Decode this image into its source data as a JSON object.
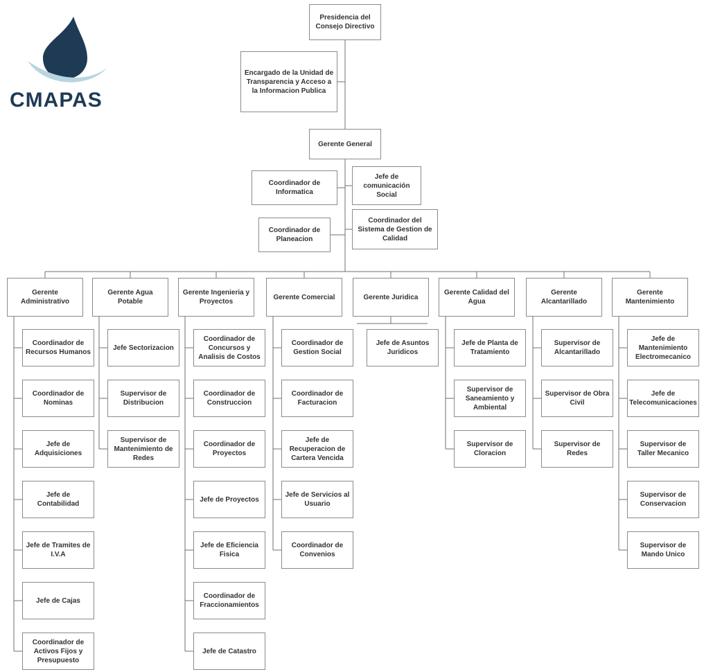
{
  "logo": {
    "text": "CMAPAS",
    "drop_color": "#1e3a55",
    "hand_color": "#b8d5e0"
  },
  "top": [
    "Presidencia del Consejo Directivo",
    "Encargado de la Unidad de Transparencia y Acceso a la Informacion Publica",
    "Gerente General"
  ],
  "staff": [
    "Coordinador de Informatica",
    "Jefe de comunicación Social",
    "Coordinador de Planeacion",
    "Coordinador del Sistema de Gestion de Calidad"
  ],
  "departments": [
    {
      "title": "Gerente Administrativo",
      "units": [
        "Coordinador de Recursos Humanos",
        "Coordinador de Nominas",
        "Jefe de Adquisiciones",
        "Jefe de Contabilidad",
        "Jefe de Tramites de I.V.A",
        "Jefe de Cajas",
        "Coordinador de Activos Fijos y Presupuesto"
      ]
    },
    {
      "title": "Gerente Agua Potable",
      "units": [
        "Jefe Sectorizacion",
        "Supervisor de Distribucion",
        "Supervisor de Mantenimiento de Redes"
      ]
    },
    {
      "title": "Gerente Ingenieria y Proyectos",
      "units": [
        "Coordinador de Concursos y Analisis de Costos",
        "Coordinador de Construccion",
        "Coordinador de Proyectos",
        "Jefe de Proyectos",
        "Jefe de Eficiencia Fisica",
        "Coordinador de Fraccionamientos",
        "Jefe de Catastro"
      ]
    },
    {
      "title": "Gerente Comercial",
      "units": [
        "Coordinador de Gestion Social",
        "Coordinador de Facturacion",
        "Jefe de Recuperacion de Cartera Vencida",
        "Jefe de Servicios al Usuario",
        "Coordinador de Convenios"
      ]
    },
    {
      "title": "Gerente Juridica",
      "units": [
        "Jefe de Asuntos Juridicos"
      ]
    },
    {
      "title": "Gerente Calidad del Agua",
      "units": [
        "Jefe de Planta de Tratamiento",
        "Supervisor de Saneamiento y Ambiental",
        "Supervisor de Cloracion"
      ]
    },
    {
      "title": "Gerente Alcantarillado",
      "units": [
        "Supervisor de Alcantarillado",
        "Supervisor de Obra Civil",
        "Supervisor de Redes"
      ]
    },
    {
      "title": "Gerente Mantenimiento",
      "units": [
        "Jefe de Mantenimiento Electromecanico",
        "Jefe de Telecomunicaciones",
        "Supervisor de Taller Mecanico",
        "Supervisor de Conservacion",
        "Supervisor de Mando Unico"
      ]
    }
  ]
}
